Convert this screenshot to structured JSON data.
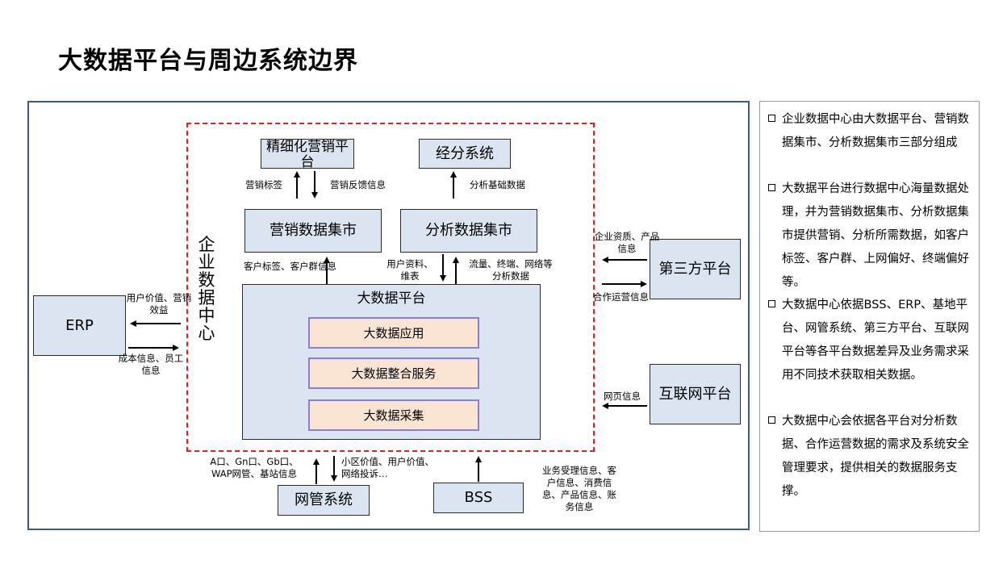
{
  "title": "大数据平台与周边系统边界",
  "diagram": {
    "enterprise_center_label": "企业数据中心",
    "boxes": {
      "fine_marketing": "精细化营销平台",
      "jingfen": "经分系统",
      "marketing_mart": "营销数据集市",
      "analysis_mart": "分析数据集市",
      "big_data_platform": "大数据平台",
      "bd_app": "大数据应用",
      "bd_integration": "大数据整合服务",
      "bd_collect": "大数据采集",
      "erp": "ERP",
      "third_party": "第三方平台",
      "internet": "互联网平台",
      "netmgmt": "网管系统",
      "bss": "BSS"
    },
    "labels": {
      "marketing_tag": "营销标签",
      "marketing_feedback": "营销反馈信息",
      "analysis_basic": "分析基础数据",
      "customer_tag_group": "客户标签、客户群信息",
      "user_data_maint": "用户资料、维表",
      "traffic_terminal": "流量、终端、网络等分析数据",
      "user_value": "用户价值、营销效益",
      "cost_info": "成本信息、员工信息",
      "enterprise_qual": "企业资质、产品信息",
      "coop_ops": "合作运营信息",
      "webpage_info": "网页信息",
      "a_interface": "A口、Gn口、Gb口、WAP网管、基站信息",
      "cell_value": "小区价值、用户价值、网络投诉…",
      "bss_info": "业务受理信息、客户信息、消费信息、产品信息、账务信息"
    }
  },
  "side_notes": [
    "企业数据中心由大数据平台、营销数据集市、分析数据集市三部分组成",
    "大数据平台进行数据中心海量数据处理，并为营销数据集市、分析数据集市提供营销、分析所需数据，如客户标签、客户群、上网偏好、终端偏好等。",
    "大数据中心依据BSS、ERP、基地平台、网管系统、第三方平台、互联网平台等各平台数据差异及业务需求采用不同技术获取相关数据。",
    "大数据中心会依据各平台对分析数据、合作运营数据的需求及系统安全管理要求，提供相关的数据服务支撑。"
  ]
}
